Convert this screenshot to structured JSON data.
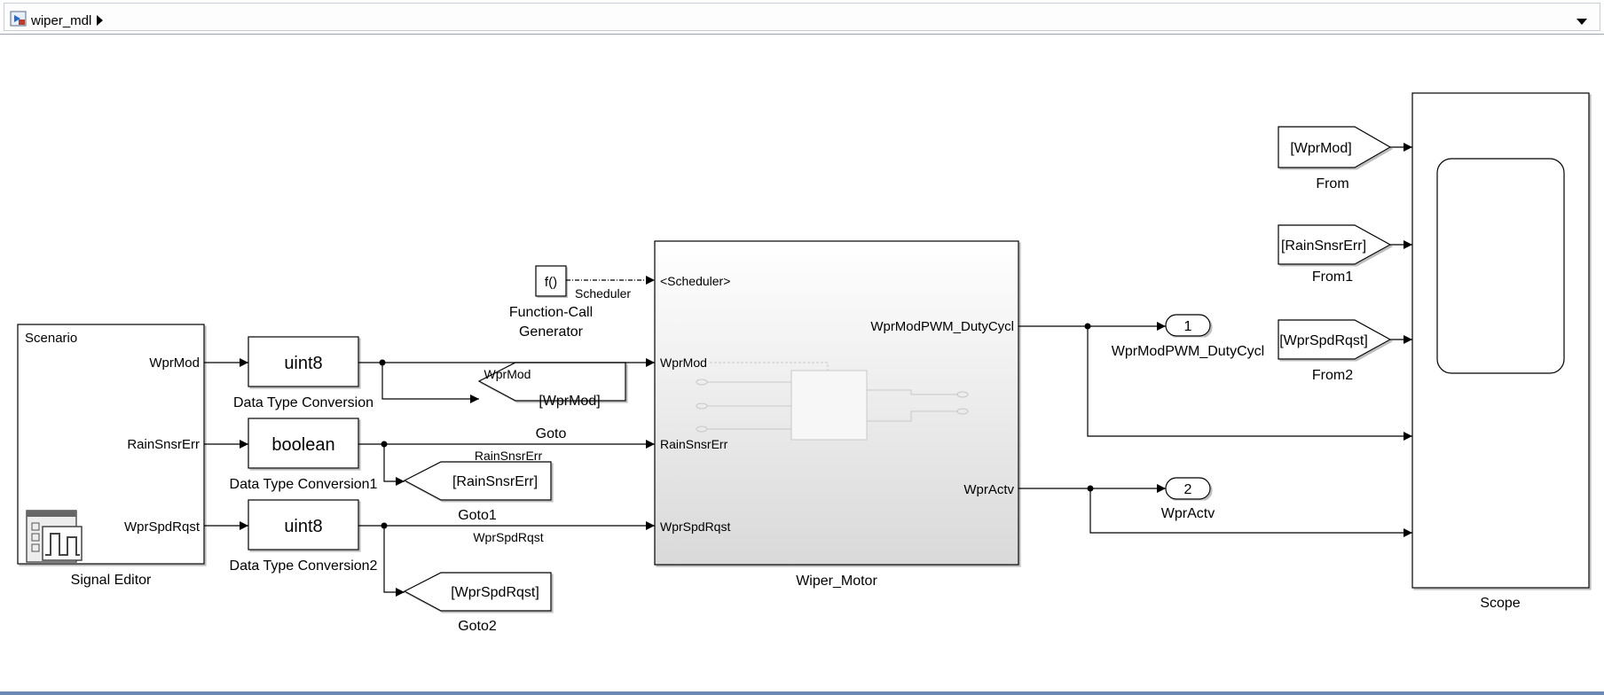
{
  "window": {
    "breadcrumb": "wiper_mdl"
  },
  "blocks": {
    "signal_editor": {
      "name": "Signal Editor",
      "scenario": "Scenario",
      "ports": [
        "WprMod",
        "RainSnsrErr",
        "WprSpdRqst"
      ]
    },
    "dtc": {
      "name": "Data Type Conversion",
      "type": "uint8"
    },
    "dtc1": {
      "name": "Data Type Conversion1",
      "type": "boolean"
    },
    "dtc2": {
      "name": "Data Type Conversion2",
      "type": "uint8"
    },
    "goto": {
      "name": "Goto",
      "tag": "[WprMod]"
    },
    "goto1": {
      "name": "Goto1",
      "tag": "[RainSnsrErr]"
    },
    "goto2": {
      "name": "Goto2",
      "tag": "[WprSpdRqst]"
    },
    "fcg": {
      "name_line1": "Function-Call",
      "name_line2": "Generator",
      "glyph": "f()",
      "out_label": "Scheduler"
    },
    "wiper_motor": {
      "name": "Wiper_Motor",
      "in_ports": [
        "<Scheduler>",
        "WprMod",
        "RainSnsrErr",
        "WprSpdRqst"
      ],
      "out_ports": [
        "WprModPWM_DutyCycl",
        "WprActv"
      ]
    },
    "outport1": {
      "num": "1",
      "name": "WprModPWM_DutyCycl"
    },
    "outport2": {
      "num": "2",
      "name": "WprActv"
    },
    "from": {
      "name": "From",
      "tag": "[WprMod]"
    },
    "from1": {
      "name": "From1",
      "tag": "[RainSnsrErr]"
    },
    "from2": {
      "name": "From2",
      "tag": "[WprSpdRqst]"
    },
    "scope": {
      "name": "Scope"
    }
  },
  "signals": {
    "wprmod": "WprMod",
    "rainsnsrerr": "RainSnsrErr",
    "wprspdrqst": "WprSpdRqst"
  },
  "colors": {
    "line": "#000000",
    "canvas_bg": "#ffffff",
    "chrome_border": "#6b87b2"
  },
  "icons": [
    "model-icon",
    "breadcrumb-arrow-icon",
    "dropdown-icon",
    "signal-editor-icon",
    "port-arrow-icon"
  ]
}
